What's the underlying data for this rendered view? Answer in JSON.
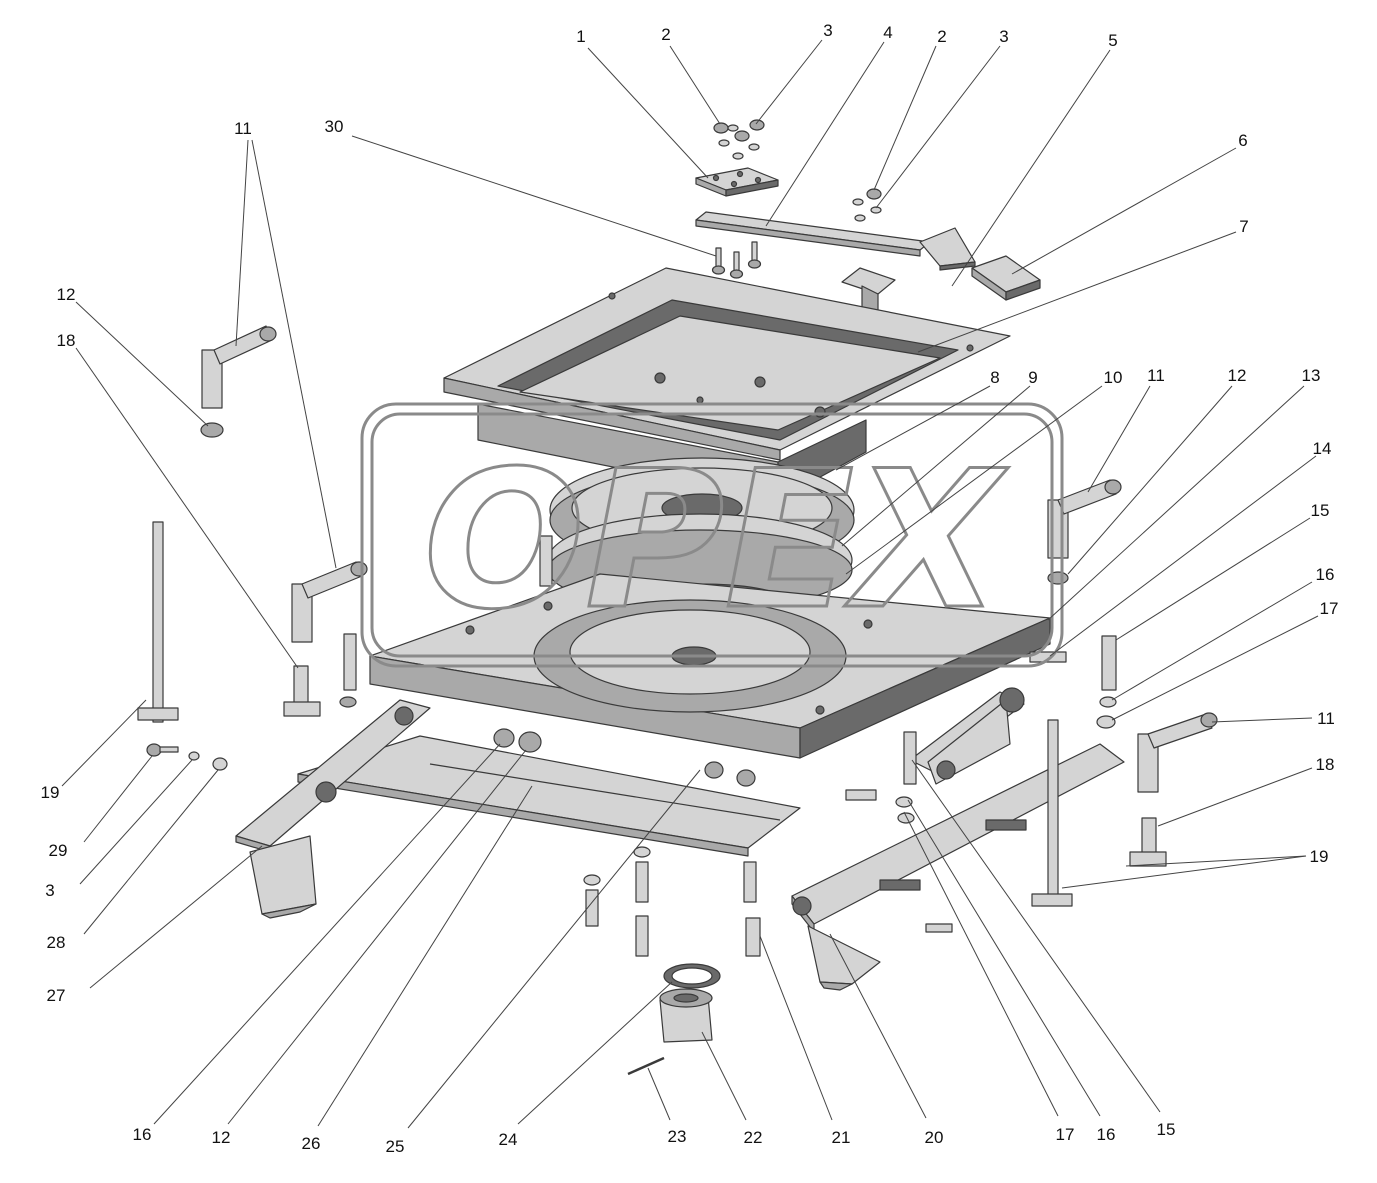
{
  "colors": {
    "background": "#ffffff",
    "part_fill": "#d4d4d4",
    "part_shade": "#a9a9a9",
    "part_dark": "#6a6a6a",
    "edge": "#3a3a3a",
    "leader": "#444444",
    "label": "#111111",
    "watermark": "#8a8a8a"
  },
  "watermark": {
    "text": "OPEX"
  },
  "callouts": [
    {
      "id": "c1",
      "label": "1"
    },
    {
      "id": "c2a",
      "label": "2"
    },
    {
      "id": "c3a",
      "label": "3"
    },
    {
      "id": "c4",
      "label": "4"
    },
    {
      "id": "c2b",
      "label": "2"
    },
    {
      "id": "c3b",
      "label": "3"
    },
    {
      "id": "c5",
      "label": "5"
    },
    {
      "id": "c6",
      "label": "6"
    },
    {
      "id": "c7",
      "label": "7"
    },
    {
      "id": "c30",
      "label": "30"
    },
    {
      "id": "c11a",
      "label": "11"
    },
    {
      "id": "c12a",
      "label": "12"
    },
    {
      "id": "c18a",
      "label": "18"
    },
    {
      "id": "c8",
      "label": "8"
    },
    {
      "id": "c9",
      "label": "9"
    },
    {
      "id": "c10",
      "label": "10"
    },
    {
      "id": "c11b",
      "label": "11"
    },
    {
      "id": "c12b",
      "label": "12"
    },
    {
      "id": "c13",
      "label": "13"
    },
    {
      "id": "c14",
      "label": "14"
    },
    {
      "id": "c15a",
      "label": "15"
    },
    {
      "id": "c16a",
      "label": "16"
    },
    {
      "id": "c17a",
      "label": "17"
    },
    {
      "id": "c11c",
      "label": "11"
    },
    {
      "id": "c18b",
      "label": "18"
    },
    {
      "id": "c19b",
      "label": "19"
    },
    {
      "id": "c19a",
      "label": "19"
    },
    {
      "id": "c29",
      "label": "29"
    },
    {
      "id": "c3c",
      "label": "3"
    },
    {
      "id": "c28",
      "label": "28"
    },
    {
      "id": "c27",
      "label": "27"
    },
    {
      "id": "c16b",
      "label": "16"
    },
    {
      "id": "c12c",
      "label": "12"
    },
    {
      "id": "c26",
      "label": "26"
    },
    {
      "id": "c25",
      "label": "25"
    },
    {
      "id": "c24",
      "label": "24"
    },
    {
      "id": "c23",
      "label": "23"
    },
    {
      "id": "c22",
      "label": "22"
    },
    {
      "id": "c21",
      "label": "21"
    },
    {
      "id": "c20",
      "label": "20"
    },
    {
      "id": "c17b",
      "label": "17"
    },
    {
      "id": "c16c",
      "label": "16"
    },
    {
      "id": "c15b",
      "label": "15"
    }
  ]
}
